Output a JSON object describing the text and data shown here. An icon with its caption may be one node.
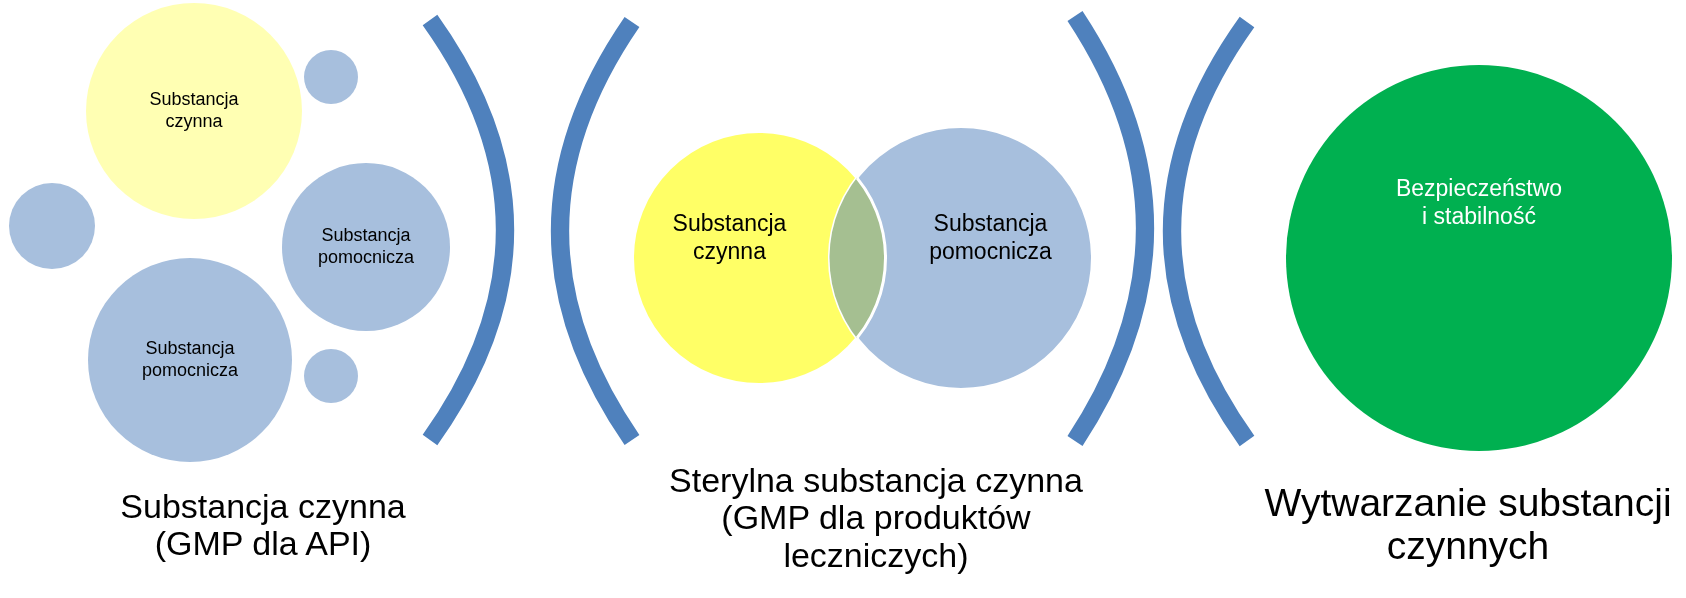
{
  "diagram": {
    "nodes": [
      {
        "text": [
          "Substancja czynna"
        ]
      },
      {
        "text": [],
        "shape": "circle"
      },
      {
        "text": [],
        "shape": "circle"
      },
      {
        "text": [
          "Substancja pomocnicza"
        ]
      },
      {
        "text": [
          "Substancja pomocnicza"
        ]
      },
      {
        "text": [],
        "shape": "circle"
      },
      {
        "text": [
          "Substancja czynna"
        ]
      },
      {
        "text": [
          "Substancja pomocnicza"
        ]
      },
      {
        "text": [
          "Bezpieczeństwo i stabilność"
        ]
      }
    ],
    "edges": [],
    "labels": [
      "Substancja czynna (GMP dla API)",
      "Sterylna substancja czynna (GMP dla produktów leczniczych)",
      "Wytwarzanie substancji czynnych"
    ]
  }
}
